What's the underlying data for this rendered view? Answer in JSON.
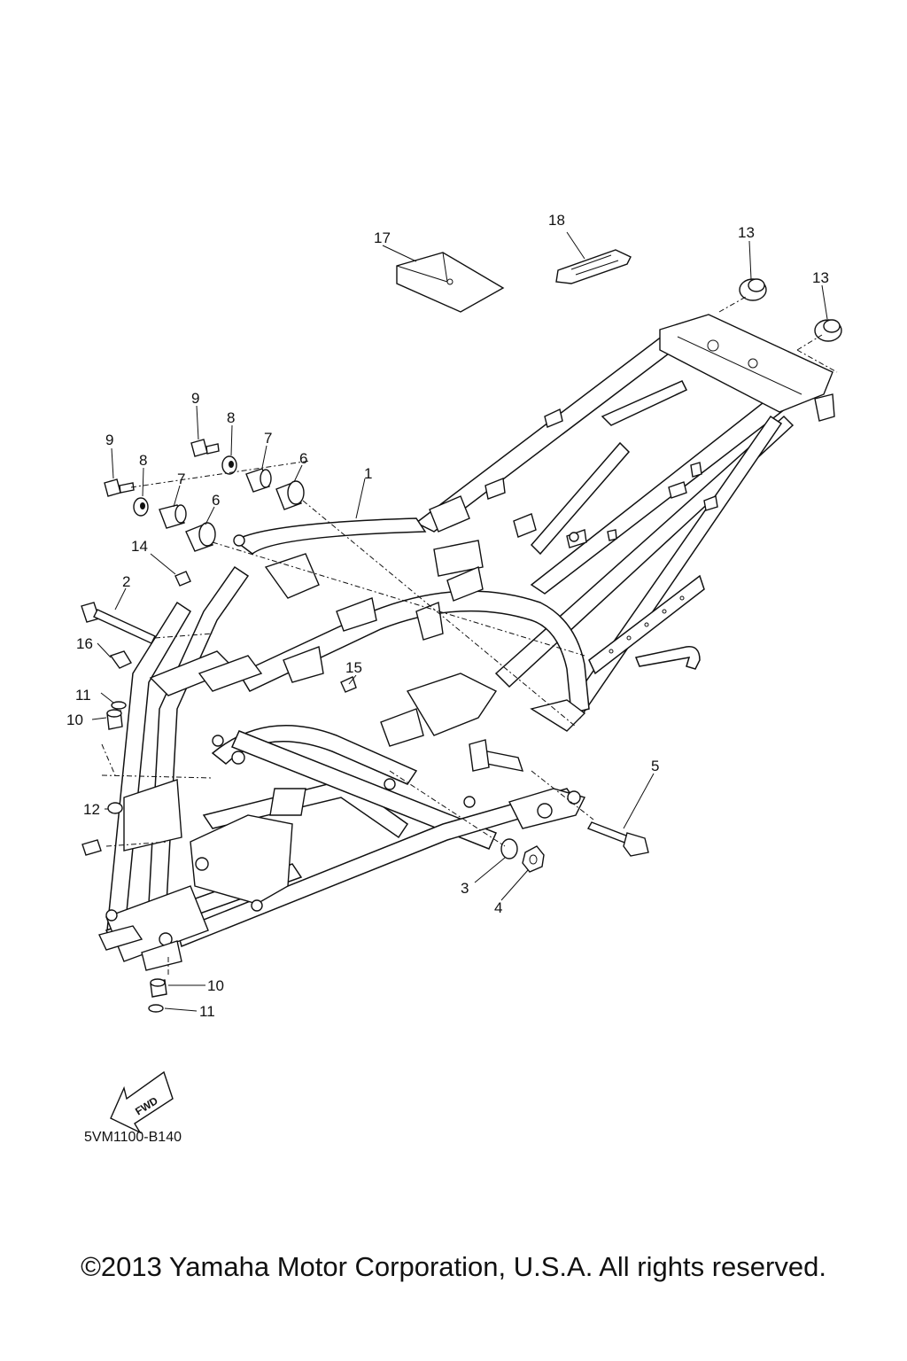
{
  "diagram": {
    "callouts": {
      "c1": "1",
      "c2": "2",
      "c3": "3",
      "c4": "4",
      "c5": "5",
      "c6a": "6",
      "c6b": "6",
      "c7a": "7",
      "c7b": "7",
      "c8a": "8",
      "c8b": "8",
      "c9a": "9",
      "c9b": "9",
      "c10a": "10",
      "c10b": "10",
      "c11a": "11",
      "c11b": "11",
      "c12": "12",
      "c13a": "13",
      "c13b": "13",
      "c14": "14",
      "c15": "15",
      "c16": "16",
      "c17": "17",
      "c18": "18"
    },
    "fwd_label": "FWD",
    "diagram_code": "5VM1100-B140"
  },
  "footer": {
    "copyright": "©2013 Yamaha Motor Corporation, U.S.A. All rights reserved."
  }
}
